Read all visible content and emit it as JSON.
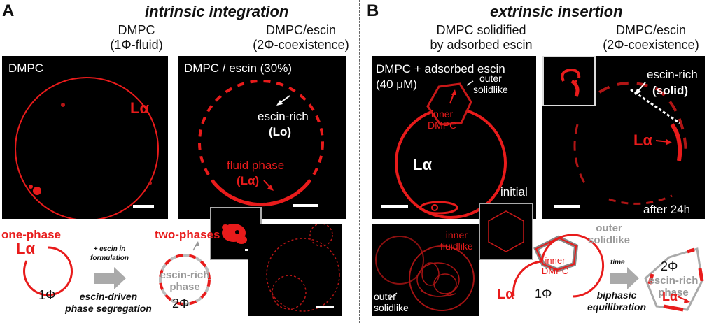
{
  "panel_a": {
    "letter": "A",
    "title": "intrinsic integration",
    "col1_header": [
      "DMPC",
      "(1Φ-fluid)"
    ],
    "col2_header": [
      "DMPC/escin",
      "(2Φ-coexistence)"
    ],
    "img1_label": "DMPC",
    "img1_phase": "Lα",
    "img2_label": "DMPC / escin (30%)",
    "img2_escin": "escin-rich",
    "img2_lo": "(Lo)",
    "img2_fluid": "fluid phase",
    "img2_la": "(Lα)",
    "schema_one_phase": "one-phase",
    "schema_la": "Lα",
    "schema_1phi": "1Φ",
    "schema_arrow_text": [
      "+ escin in",
      "formulation"
    ],
    "schema_two_phases": "two-phases",
    "schema_escin_rich": [
      "escin-rich",
      "phase"
    ],
    "schema_2phi": "2Φ",
    "schema_caption": [
      "escin-driven",
      "phase segregation"
    ]
  },
  "panel_b": {
    "letter": "B",
    "title": "extrinsic insertion",
    "col1_header": [
      "DMPC solidified",
      "by adsorbed escin"
    ],
    "col2_header": [
      "DMPC/escin",
      "(2Φ-coexistence)"
    ],
    "img1_label": [
      "DMPC + adsorbed escin",
      "(40 μM)"
    ],
    "img1_outer": [
      "outer",
      "solidlike"
    ],
    "img1_inner": [
      "inner",
      "DMPC"
    ],
    "img1_la": "Lα",
    "img1_initial": "initial",
    "img2_escin": "escin-rich",
    "img2_solid": "(solid)",
    "img2_la": "Lα",
    "img2_after": "after 24h",
    "lower_inner": [
      "inner",
      "fluidlike"
    ],
    "lower_outer": [
      "outer",
      "solidlike"
    ],
    "schema_outer": [
      "outer",
      "solidlike"
    ],
    "schema_inner": [
      "inner",
      "DMPC"
    ],
    "schema_la": "Lα",
    "schema_1phi": "1Φ",
    "schema_time": "time",
    "schema_biphasic": [
      "biphasic",
      "equilibration"
    ],
    "schema_2phi": "2Φ",
    "schema_escin_rich": [
      "escin-rich",
      "phase"
    ],
    "schema_la2": "Lα"
  },
  "colors": {
    "red": "#e81b1b",
    "grey": "#9a9a9a",
    "black": "#000000"
  }
}
